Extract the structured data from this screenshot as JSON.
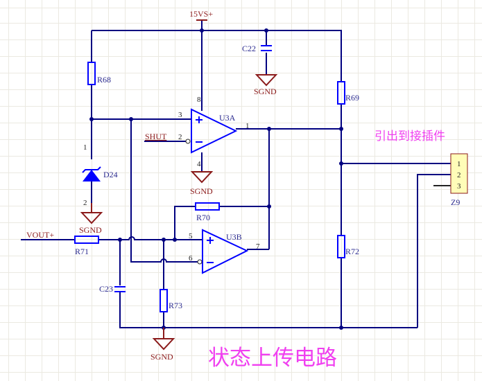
{
  "title": "状态上传电路",
  "note": "引出到接插件",
  "colors": {
    "wire": "#000080",
    "part": "#0000ff",
    "power": "#8b1a1a",
    "note": "#f040f0",
    "connector_fill": "#fffdb8"
  },
  "nets": {
    "supply": "15VS+",
    "ground": "SGND",
    "shut": "SHUT",
    "vout": "VOUT+"
  },
  "components": {
    "R68": "R68",
    "R69": "R69",
    "R70": "R70",
    "R71": "R71",
    "R72": "R72",
    "R73": "R73",
    "C22": "C22",
    "C23": "C23",
    "D24": "D24",
    "U3A": "U3A",
    "U3B": "U3B",
    "Z9": "Z9"
  },
  "pins": {
    "u3a_in_plus": "3",
    "u3a_in_minus": "2",
    "u3a_out": "1",
    "u3a_vcc": "8",
    "u3a_gnd": "4",
    "u3b_in_plus": "5",
    "u3b_in_minus": "6",
    "u3b_out": "7",
    "d24_cathode": "1",
    "d24_anode": "2",
    "z9": [
      "1",
      "2",
      "3"
    ]
  }
}
